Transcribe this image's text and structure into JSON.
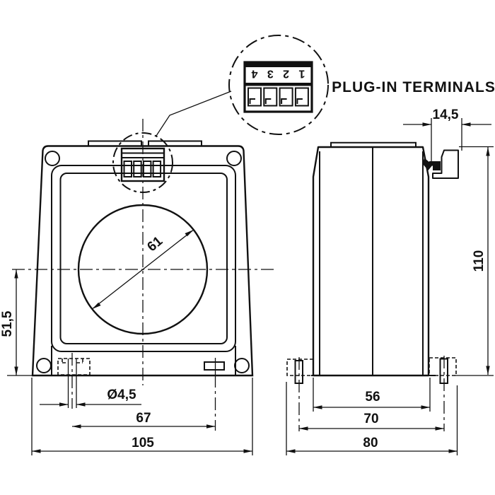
{
  "drawing": {
    "detail_label": "PLUG-IN TERMINALS",
    "terminal_numbers": [
      "1",
      "2",
      "3",
      "4"
    ],
    "front_view": {
      "aperture_diameter": "61",
      "center_height": "51,5",
      "hole_diameter": "Ø4,5",
      "hole_spacing": "67",
      "overall_width": "105"
    },
    "side_view": {
      "terminal_depth": "14,5",
      "overall_height": "110",
      "body_depth": "56",
      "flange_depth": "70",
      "overall_depth": "80"
    }
  }
}
